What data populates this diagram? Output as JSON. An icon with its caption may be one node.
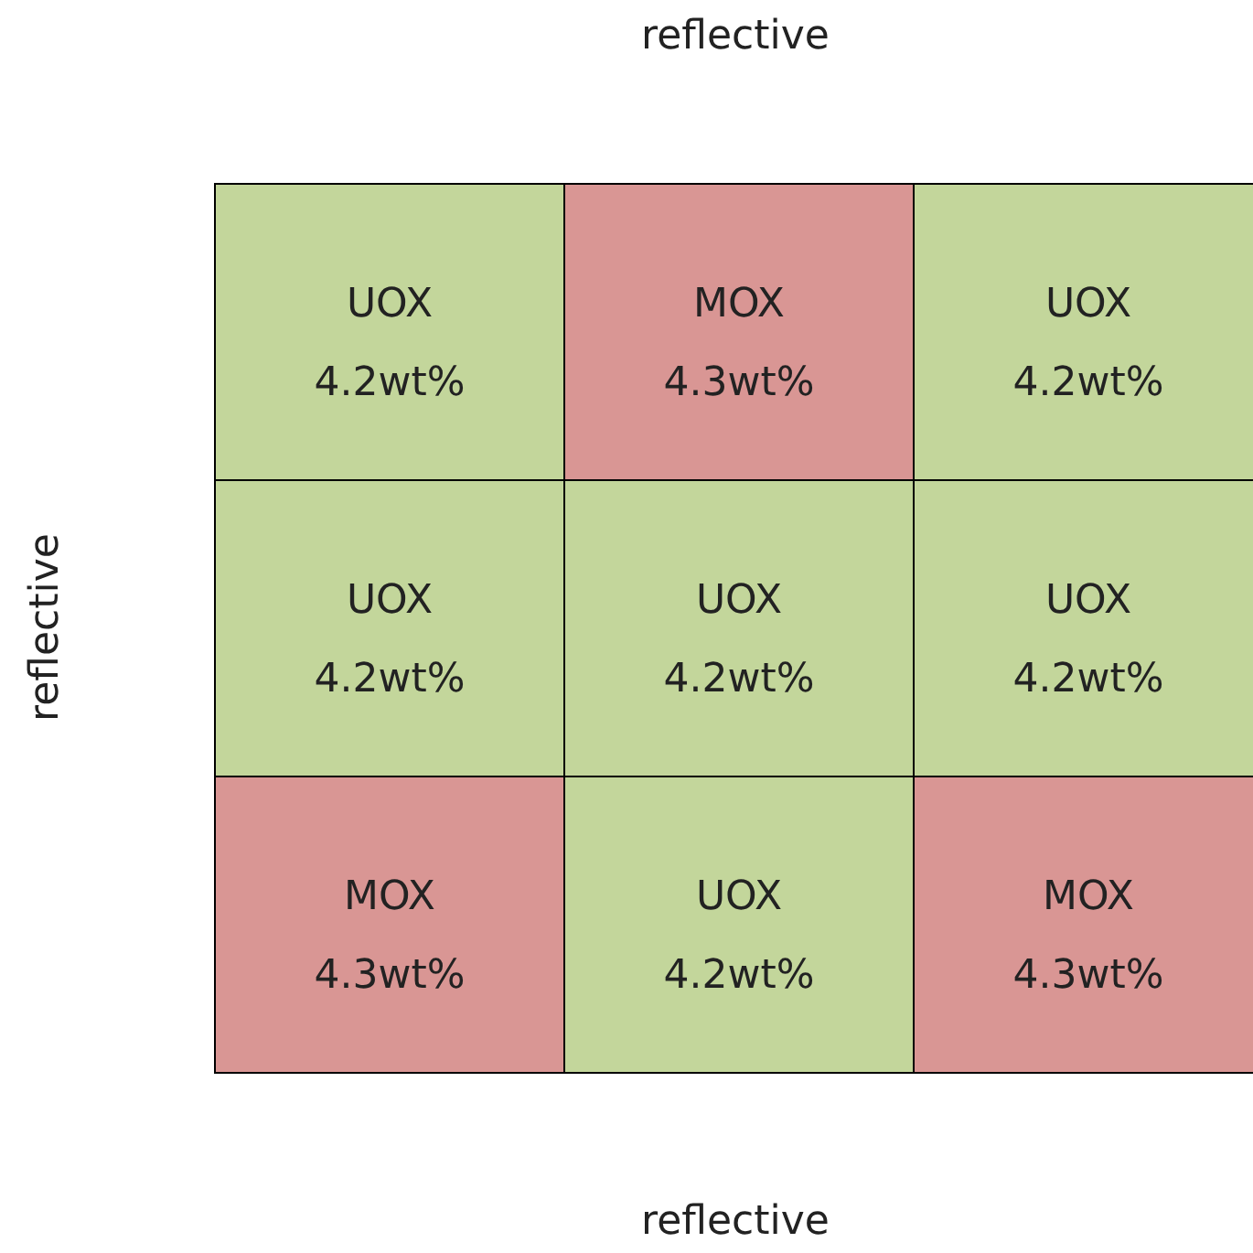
{
  "diagram": {
    "nodes": [
      {
        "text": [
          "UOX",
          "4.2wt%"
        ]
      },
      {
        "text": [
          "MOX",
          "4.3wt%"
        ]
      },
      {
        "text": [
          "UOX",
          "4.2wt%"
        ]
      },
      {
        "text": [
          "UOX",
          "4.2wt%"
        ]
      },
      {
        "text": [
          "UOX",
          "4.2wt%"
        ]
      },
      {
        "text": [
          "UOX",
          "4.2wt%"
        ]
      },
      {
        "text": [
          "MOX",
          "4.3wt%"
        ]
      },
      {
        "text": [
          "UOX",
          "4.2wt%"
        ]
      },
      {
        "text": [
          "MOX",
          "4.3wt%"
        ]
      }
    ],
    "edges": [],
    "labels": [
      "reflective",
      "reflective",
      "reflective"
    ]
  }
}
